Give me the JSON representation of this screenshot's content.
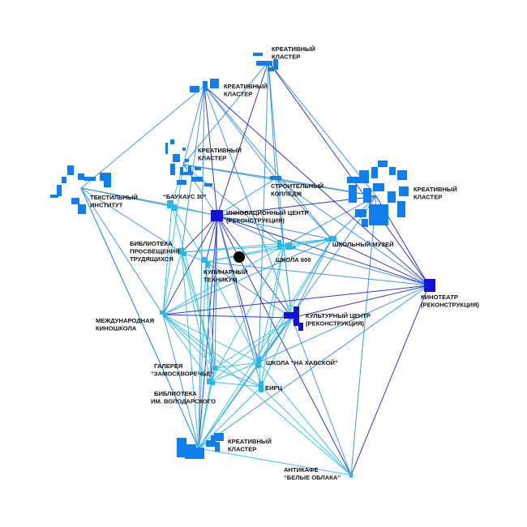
{
  "colors": {
    "edge_dark": "#1f22c8",
    "edge_mid": "#2f8ee0",
    "edge_light": "#2ec0e8",
    "node_dark": "#1313d6",
    "node_blue": "#0f7ff0",
    "node_light": "#26b8ea",
    "center_dot": "#000000"
  },
  "nodes": [
    {
      "id": "n1",
      "name": "node-creative-cluster-top",
      "lines": [
        "КРЕАТИВНЫЙ",
        "КЛАСТЕР"
      ]
    },
    {
      "id": "n2",
      "name": "node-creative-cluster-upper",
      "lines": [
        "КРЕАТИВНЫЙ",
        "КЛАСТЕР"
      ]
    },
    {
      "id": "n3",
      "name": "node-creative-cluster-bauhaus",
      "lines": [
        "КРЕАТИВНЫЙ",
        "КЛАСТЕР"
      ]
    },
    {
      "id": "n4",
      "name": "node-bauhaus-30",
      "lines": [
        "“БАУХАУС 30”"
      ]
    },
    {
      "id": "n5",
      "name": "node-textile-institute",
      "lines": [
        "ТЕКСТИЛЬНЫЙ",
        "ИНСТИТУТ"
      ]
    },
    {
      "id": "n6",
      "name": "node-construction-college",
      "lines": [
        "СТРОИТЕЛЬНЫЙ",
        "КОЛЛЕДЖ"
      ]
    },
    {
      "id": "n7",
      "name": "node-creative-cluster-right",
      "lines": [
        "КРЕАТИВНЫЙ",
        "КЛАСТЕР"
      ]
    },
    {
      "id": "n8",
      "name": "node-innovation-center",
      "lines": [
        "ИННОВАЦИОННЫЙ ЦЕНТР",
        "(РЕКОНСТРУКЦИЯ)"
      ]
    },
    {
      "id": "n9",
      "name": "node-school-museum",
      "lines": [
        "ШКОЛЬНЫЙ МУЗЕЙ"
      ]
    },
    {
      "id": "n10",
      "name": "node-workers-library",
      "lines": [
        "БИБЛИОТЕКА",
        "ПРОСВЕЩЕНИЯ",
        "ТРУДЯЩИХСЯ"
      ]
    },
    {
      "id": "n11",
      "name": "node-school-600",
      "lines": [
        "ШКОЛА 600"
      ]
    },
    {
      "id": "n12",
      "name": "node-culinary-college",
      "lines": [
        "КУЛИНАРНЫЙ",
        "ТЕХНИКУМ"
      ]
    },
    {
      "id": "n13",
      "name": "node-cinema",
      "lines": [
        "КИНОТЕАТР",
        "(РЕКОНСТРУКЦИЯ)"
      ]
    },
    {
      "id": "n14",
      "name": "node-international-film-school",
      "lines": [
        "МЕЖДУНАРОДНАЯ",
        "КИНОШКОЛА"
      ]
    },
    {
      "id": "n15",
      "name": "node-cultural-center",
      "lines": [
        "КУЛЬТУРНЫЙ ЦЕНТР",
        "(РЕКОНСТРУКЦИЯ)"
      ]
    },
    {
      "id": "n16",
      "name": "node-zamoskvorechye-gallery",
      "lines": [
        "ГАЛЕРЕЯ",
        "“ЗАМОСКВОРЕЧЬЕ”"
      ]
    },
    {
      "id": "n17",
      "name": "node-school-khavskaya",
      "lines": [
        "ШКОЛА “НА ХАВСКОЙ”"
      ]
    },
    {
      "id": "n18",
      "name": "node-volodarsky-library",
      "lines": [
        "БИБЛИОТЕКА",
        "ИМ. ВОЛОДАРСКОГО"
      ]
    },
    {
      "id": "n19",
      "name": "node-eirc",
      "lines": [
        "ЕИРЦ"
      ]
    },
    {
      "id": "n20",
      "name": "node-creative-cluster-bottom",
      "lines": [
        "КРЕАТИВНЫЙ",
        "КЛАСТЕР"
      ]
    },
    {
      "id": "n21",
      "name": "node-anticafe-white-clouds",
      "lines": [
        "АНТИКАФЕ",
        "“БЕЛЫЕ ОБЛАКА”"
      ]
    }
  ],
  "edges": [
    [
      "n2",
      "n5",
      "mid"
    ],
    [
      "n2",
      "n8",
      "dark"
    ],
    [
      "n2",
      "n6",
      "mid"
    ],
    [
      "n2",
      "n3",
      "mid"
    ],
    [
      "n2",
      "n9",
      "mid"
    ],
    [
      "n2",
      "n10",
      "mid"
    ],
    [
      "n2",
      "n15",
      "mid"
    ],
    [
      "n2",
      "n20",
      "mid"
    ],
    [
      "n1",
      "n8",
      "dark"
    ],
    [
      "n1",
      "n6",
      "mid"
    ],
    [
      "n1",
      "n7",
      "mid"
    ],
    [
      "n1",
      "n11",
      "mid"
    ],
    [
      "n1",
      "n13",
      "dark"
    ],
    [
      "n1",
      "n17",
      "mid"
    ],
    [
      "n1",
      "n3",
      "mid"
    ],
    [
      "n3",
      "n8",
      "mid"
    ],
    [
      "n3",
      "n6",
      "mid"
    ],
    [
      "n3",
      "n7",
      "mid"
    ],
    [
      "n3",
      "n4",
      "light"
    ],
    [
      "n3",
      "n11",
      "mid"
    ],
    [
      "n5",
      "n8",
      "mid"
    ],
    [
      "n5",
      "n4",
      "mid"
    ],
    [
      "n5",
      "n14",
      "mid"
    ],
    [
      "n5",
      "n20",
      "mid"
    ],
    [
      "n5",
      "n10",
      "mid"
    ],
    [
      "n4",
      "n8",
      "light"
    ],
    [
      "n4",
      "n14",
      "light"
    ],
    [
      "n4",
      "n18",
      "light"
    ],
    [
      "n4",
      "n12",
      "light"
    ],
    [
      "n6",
      "n8",
      "mid"
    ],
    [
      "n6",
      "n7",
      "mid"
    ],
    [
      "n6",
      "n9",
      "mid"
    ],
    [
      "n6",
      "n15",
      "mid"
    ],
    [
      "n6",
      "n13",
      "mid"
    ],
    [
      "n7",
      "n8",
      "dark"
    ],
    [
      "n7",
      "n9",
      "mid"
    ],
    [
      "n7",
      "n13",
      "dark"
    ],
    [
      "n7",
      "n21",
      "mid"
    ],
    [
      "n7",
      "n17",
      "mid"
    ],
    [
      "n7",
      "n11",
      "mid"
    ],
    [
      "n8",
      "n10",
      "dark"
    ],
    [
      "n8",
      "n12",
      "dark"
    ],
    [
      "n8",
      "n11",
      "mid"
    ],
    [
      "n8",
      "n9",
      "mid"
    ],
    [
      "n8",
      "n15",
      "dark"
    ],
    [
      "n8",
      "n13",
      "dark"
    ],
    [
      "n8",
      "n14",
      "dark"
    ],
    [
      "n8",
      "n16",
      "dark"
    ],
    [
      "n8",
      "n17",
      "dark"
    ],
    [
      "n8",
      "n19",
      "mid"
    ],
    [
      "n8",
      "n20",
      "dark"
    ],
    [
      "n8",
      "n21",
      "dark"
    ],
    [
      "n8",
      "n18",
      "mid"
    ],
    [
      "n9",
      "n11",
      "light"
    ],
    [
      "n9",
      "n13",
      "dark"
    ],
    [
      "n9",
      "n15",
      "mid"
    ],
    [
      "n9",
      "n12",
      "light"
    ],
    [
      "n9",
      "n14",
      "mid"
    ],
    [
      "n9",
      "n17",
      "light"
    ],
    [
      "n9",
      "n20",
      "light"
    ],
    [
      "n9",
      "n10",
      "light"
    ],
    [
      "n10",
      "n12",
      "light"
    ],
    [
      "n10",
      "n14",
      "light"
    ],
    [
      "n10",
      "n16",
      "light"
    ],
    [
      "n10",
      "n11",
      "light"
    ],
    [
      "n10",
      "n18",
      "light"
    ],
    [
      "n11",
      "n12",
      "light"
    ],
    [
      "n11",
      "n15",
      "light"
    ],
    [
      "n11",
      "n17",
      "light"
    ],
    [
      "n11",
      "n19",
      "light"
    ],
    [
      "n11",
      "n14",
      "light"
    ],
    [
      "n11",
      "n16",
      "light"
    ],
    [
      "n12",
      "n15",
      "mid"
    ],
    [
      "n12",
      "n16",
      "light"
    ],
    [
      "n12",
      "n18",
      "light"
    ],
    [
      "n12",
      "n17",
      "light"
    ],
    [
      "n12",
      "n20",
      "light"
    ],
    [
      "n12",
      "n13",
      "mid"
    ],
    [
      "n13",
      "n15",
      "dark"
    ],
    [
      "n13",
      "n14",
      "dark"
    ],
    [
      "n13",
      "n21",
      "dark"
    ],
    [
      "n13",
      "n20",
      "mid"
    ],
    [
      "n13",
      "n17",
      "mid"
    ],
    [
      "n13",
      "n11",
      "mid"
    ],
    [
      "n14",
      "n15",
      "dark"
    ],
    [
      "n14",
      "n16",
      "light"
    ],
    [
      "n14",
      "n18",
      "light"
    ],
    [
      "n14",
      "n20",
      "mid"
    ],
    [
      "n14",
      "n17",
      "light"
    ],
    [
      "n14",
      "n19",
      "light"
    ],
    [
      "n14",
      "n21",
      "light"
    ],
    [
      "n15",
      "n17",
      "light"
    ],
    [
      "n15",
      "n19",
      "light"
    ],
    [
      "n15",
      "n16",
      "light"
    ],
    [
      "n15",
      "n20",
      "mid"
    ],
    [
      "n15",
      "n21",
      "mid"
    ],
    [
      "n15",
      "n18",
      "light"
    ],
    [
      "n16",
      "n17",
      "light"
    ],
    [
      "n16",
      "n18",
      "light"
    ],
    [
      "n16",
      "n20",
      "light"
    ],
    [
      "n16",
      "n19",
      "light"
    ],
    [
      "n17",
      "n19",
      "light"
    ],
    [
      "n17",
      "n18",
      "light"
    ],
    [
      "n17",
      "n20",
      "light"
    ],
    [
      "n17",
      "n21",
      "light"
    ],
    [
      "n18",
      "n19",
      "light"
    ],
    [
      "n18",
      "n20",
      "light"
    ],
    [
      "n19",
      "n20",
      "light"
    ],
    [
      "n19",
      "n21",
      "light"
    ],
    [
      "n20",
      "n21",
      "light"
    ],
    [
      "n5",
      "n20",
      "mid"
    ],
    [
      "n3",
      "n14",
      "light"
    ],
    [
      "n10",
      "n20",
      "light"
    ],
    [
      "n2",
      "n13",
      "dark"
    ]
  ]
}
